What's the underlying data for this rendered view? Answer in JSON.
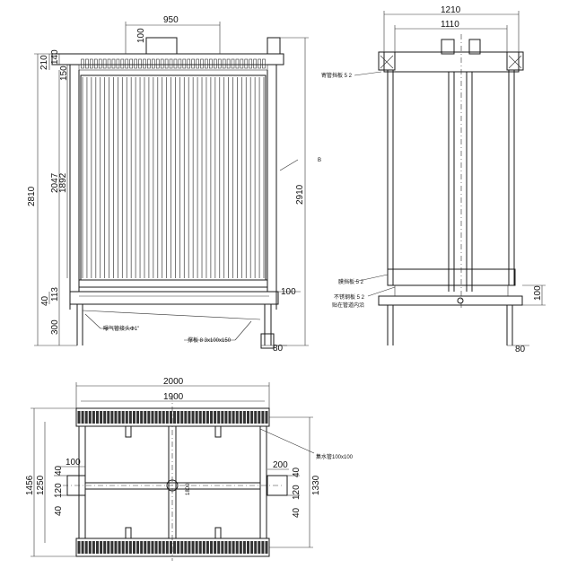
{
  "front_view": {
    "dims": {
      "top_width": "950",
      "pipe_h": "100",
      "h210": "210",
      "h140": "140",
      "h150": "150",
      "total_h": "2810",
      "module_h": "2047",
      "tube_h": "1892",
      "right_h": "2910",
      "h40": "40",
      "h113": "113",
      "leg_h": "300",
      "r100": "100",
      "leg_w": "80"
    },
    "labels": {
      "aeration": "曝气管接头Φ1\"",
      "support": "撑板 8 3x100x150",
      "marker": "B"
    },
    "tube_count": 42
  },
  "side_view": {
    "dims": {
      "outer_w": "1210",
      "inner_w": "1110",
      "h100": "100",
      "leg_w": "80"
    },
    "labels": {
      "top_plate": "寄管挡板 5 2",
      "bottom_plate": "膜挡板 5 2",
      "steel_plate": "不锈钢板 5 2",
      "tube_edge": "贴在管道内沿"
    }
  },
  "plan_view": {
    "dims": {
      "outer_w": "2000",
      "inner_w": "1900",
      "outer_h": "1456",
      "h1250": "1250",
      "h1330": "1330",
      "l100": "100",
      "l40a": "40",
      "l120": "120",
      "l40b": "40",
      "r200": "200",
      "r40a": "40",
      "r120": "120",
      "r40b": "40",
      "center": "1800"
    },
    "labels": {
      "water_pipe": "集水管100x100"
    }
  }
}
